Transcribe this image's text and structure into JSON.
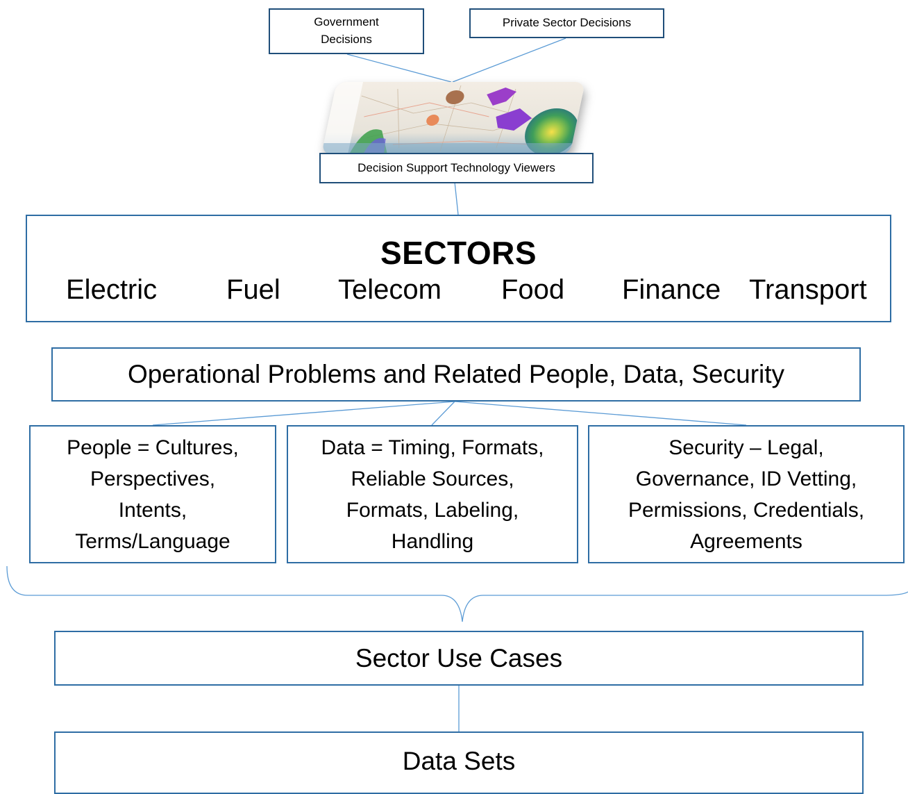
{
  "decisions": {
    "government": "Government Decisions",
    "private": "Private Sector Decisions"
  },
  "viewer": {
    "label": "Decision Support Technology Viewers"
  },
  "sectors": {
    "title": "SECTORS",
    "items": [
      "Electric",
      "Fuel",
      "Telecom",
      "Food",
      "Finance",
      "Transport"
    ]
  },
  "operational": {
    "label": "Operational Problems and Related People, Data, Security"
  },
  "details": {
    "people": [
      "People = Cultures,",
      "Perspectives,",
      "Intents,",
      "Terms/Language"
    ],
    "data": [
      "Data = Timing, Formats,",
      "Reliable Sources,",
      "Formats, Labeling,",
      "Handling"
    ],
    "security": [
      "Security – Legal,",
      "Governance, ID Vetting,",
      "Permissions, Credentials,",
      "Agreements"
    ]
  },
  "use_cases": {
    "label": "Sector Use Cases"
  },
  "data_sets": {
    "label": "Data Sets"
  },
  "colors": {
    "border": "#2e6da4",
    "connector": "#5b9bd5"
  }
}
